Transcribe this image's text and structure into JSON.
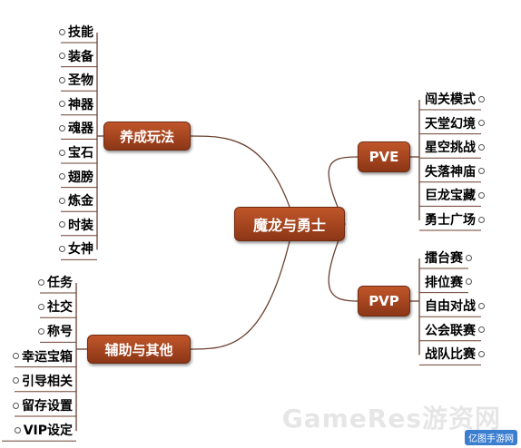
{
  "center": {
    "label": "魔龙与勇士"
  },
  "branches": {
    "cultivation": {
      "label": "养成玩法",
      "children": [
        "技能",
        "装备",
        "圣物",
        "神器",
        "魂器",
        "宝石",
        "翅膀",
        "炼金",
        "时装",
        "女神"
      ]
    },
    "auxiliary": {
      "label": "辅助与其他",
      "children": [
        "任务",
        "社交",
        "称号",
        "幸运宝箱",
        "引导相关",
        "留存设置",
        "VIP设定"
      ]
    },
    "pve": {
      "label": "PVE",
      "children": [
        "闯关模式",
        "天堂幻境",
        "星空挑战",
        "失落神庙",
        "巨龙宝藏",
        "勇士广场"
      ]
    },
    "pvp": {
      "label": "PVP",
      "children": [
        "擂台赛",
        "排位赛",
        "自由对战",
        "公会联赛",
        "战队比赛"
      ]
    }
  },
  "watermark": {
    "text": "GameRes游资网"
  },
  "corner_logo": {
    "text": "亿图手游网"
  },
  "colors": {
    "node_fill": "#a64520",
    "line": "#6b4030"
  }
}
